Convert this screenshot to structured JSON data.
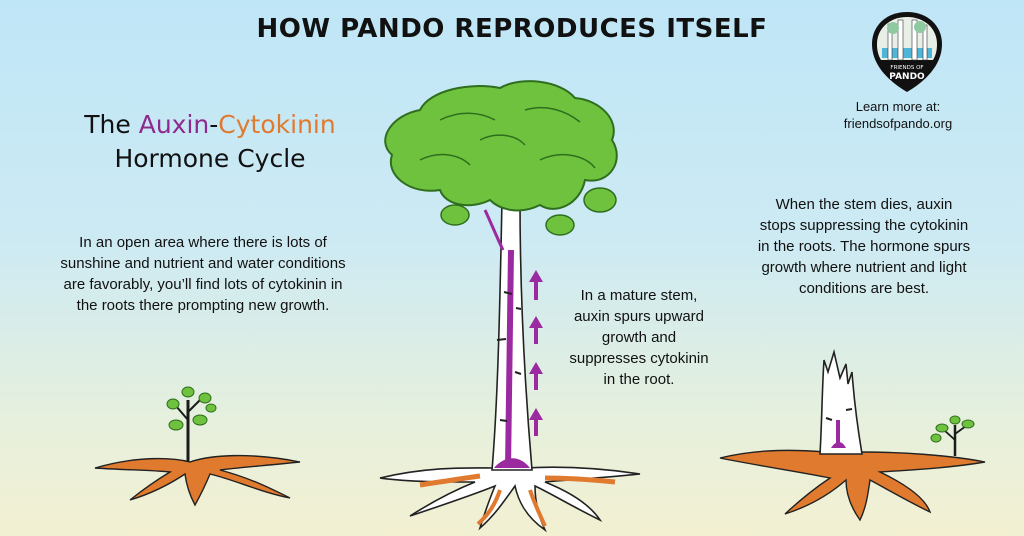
{
  "header": {
    "title": "HOW PANDO REPRODUCES ITSELF"
  },
  "subtitle": {
    "prefix": "The ",
    "auxin": "Auxin",
    "dash": "-",
    "cytokinin": "Cytokinin",
    "line2": "Hormone Cycle"
  },
  "panels": {
    "left_text": "In an open area where there is lots of sunshine and nutrient and water conditions are favorably, you’ll find lots of cytokinin in the roots there prompting new growth.",
    "middle_text": "In a mature stem, auxin spurs upward growth and suppresses cytokinin in the root.",
    "right_text": "When the stem dies, auxin stops suppressing the cytokinin in the roots. The hormone spurs growth where nutrient and light conditions are best."
  },
  "logo": {
    "line1": "FRIENDS OF",
    "line2": "PANDO"
  },
  "learn_more": {
    "line1": "Learn more at:",
    "line2": "friendsofpando.org"
  },
  "colors": {
    "auxin": "#8e2a8e",
    "cytokinin": "#e07a2e",
    "leaf": "#6ec23e",
    "leaf_dark": "#3f8f2a",
    "root": "#e07a2e"
  },
  "icons": [
    "sapling-illustration",
    "mature-aspen-tree",
    "dead-stump-with-shoot",
    "upward-arrow-icon",
    "friends-of-pando-logo"
  ]
}
